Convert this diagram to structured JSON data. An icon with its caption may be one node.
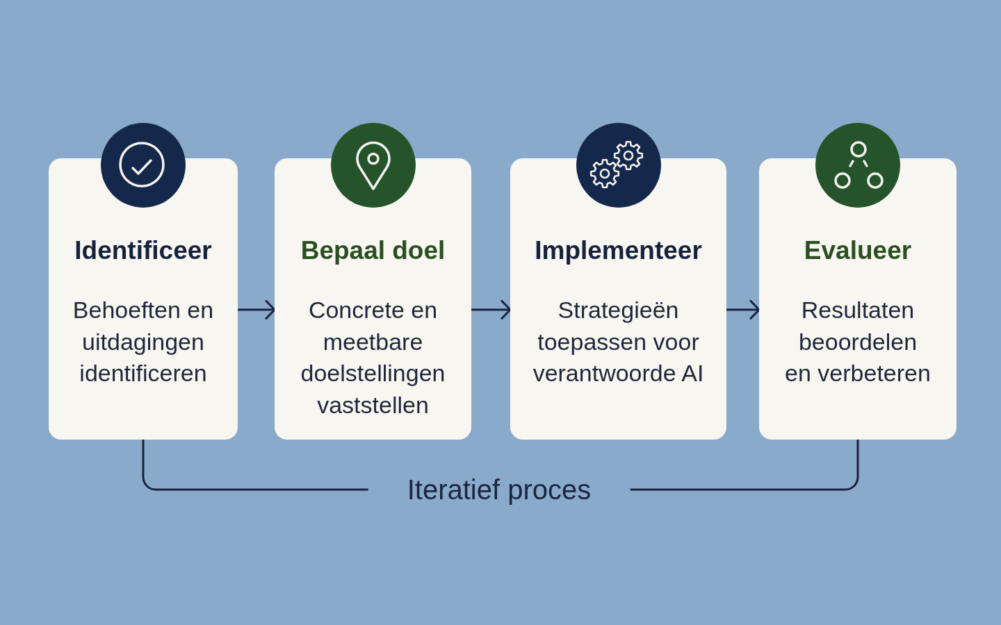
{
  "diagram": {
    "nodes": [
      {
        "text": [
          "Identificeer",
          "Behoeften en uitdagingen identificeren"
        ]
      },
      {
        "text": [
          "Bepaal doel",
          "Concrete en meetbare doelstellingen vaststellen"
        ]
      },
      {
        "text": [
          "Implementeer",
          "Strategieën toepassen voor verantwoorde AI"
        ]
      },
      {
        "text": [
          "Evalueer",
          "Resultaten beoordelen en verbeteren"
        ]
      }
    ],
    "edges": [
      {
        "from": 0,
        "to": 1,
        "arrow": "to"
      },
      {
        "from": 1,
        "to": 2,
        "arrow": "to"
      },
      {
        "from": 2,
        "to": 3,
        "arrow": "to"
      },
      {
        "from": 0,
        "to": 3,
        "arrow": "none",
        "label": "Iteratief proces"
      }
    ]
  }
}
